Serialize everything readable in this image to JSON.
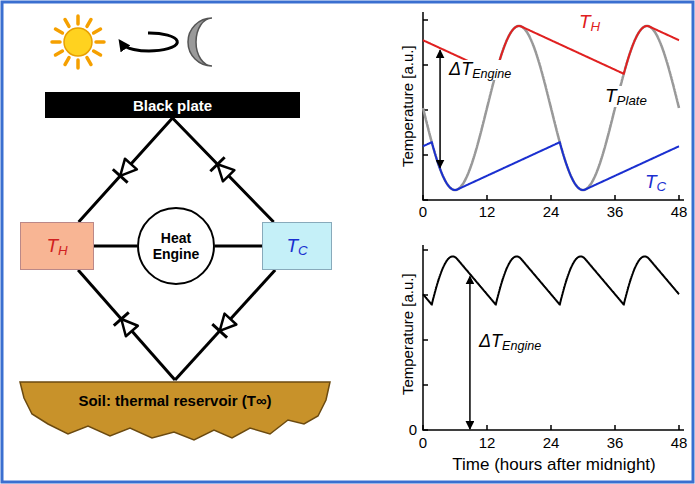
{
  "diagram": {
    "nodes": [
      {
        "text": [
          "Black plate"
        ]
      },
      {
        "text": [
          "TH"
        ]
      },
      {
        "text": [
          "Heat Engine"
        ]
      },
      {
        "text": [
          "TC"
        ]
      },
      {
        "text": [
          "Soil: thermal reservoir (T∞)"
        ]
      }
    ],
    "edges": [
      {
        "from": 0,
        "to": 1,
        "arrow": "to"
      },
      {
        "from": 3,
        "to": 0,
        "arrow": "to"
      },
      {
        "from": 1,
        "to": 2,
        "arrow": "none"
      },
      {
        "from": 2,
        "to": 3,
        "arrow": "none"
      },
      {
        "from": 4,
        "to": 1,
        "arrow": "to"
      },
      {
        "from": 3,
        "to": 4,
        "arrow": "to"
      }
    ],
    "labels": [
      "Temperature [a.u.]",
      "TH",
      "ΔTEngine",
      "TPlate",
      "TC",
      "0",
      "12",
      "24",
      "36",
      "48",
      "Temperature [a.u.]",
      "ΔTEngine",
      "0",
      "0",
      "12",
      "24",
      "36",
      "48",
      "Time (hours after midnight)"
    ]
  }
}
